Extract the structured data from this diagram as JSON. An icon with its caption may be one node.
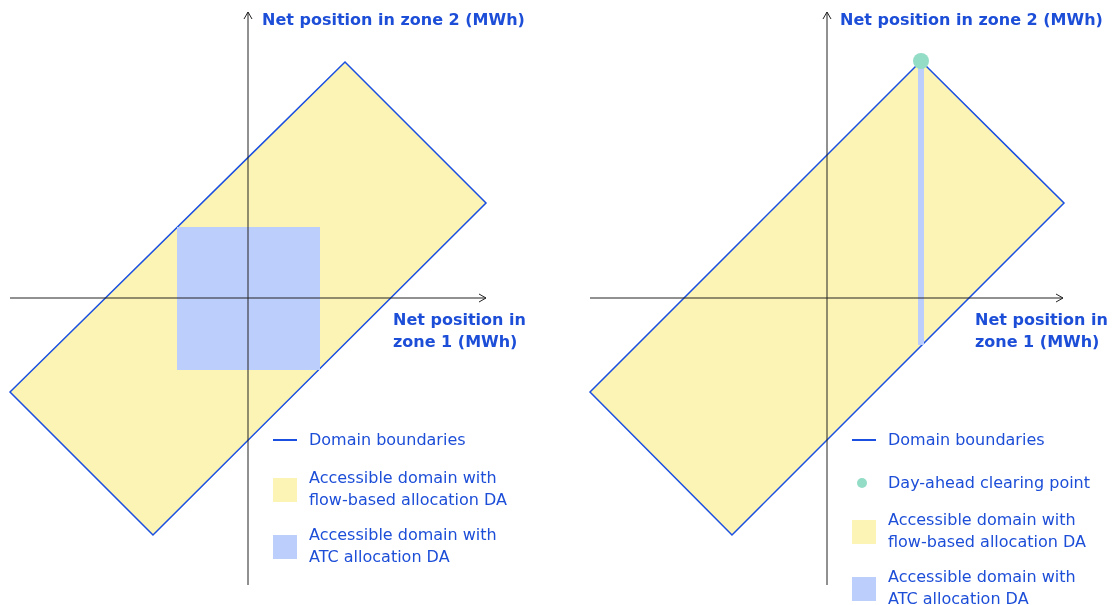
{
  "diagram": {
    "labels": [
      "Net position in zone 2 (MWh)",
      "Net position in zone 2 (MWh)",
      "Net position in zone 1 (MWh)",
      "Net position in zone 1 (MWh)"
    ],
    "legend": [
      {
        "text": "Domain boundaries"
      },
      {
        "text": "Accessible domain with flow-based allocation DA",
        "color": "#fcf4b4"
      },
      {
        "text": "Accessible domain with ATC allocation DA",
        "color": "#bccefb"
      },
      {
        "text": "Domain boundaries"
      },
      {
        "text": "Day-ahead clearing point"
      },
      {
        "text": "Accessible domain with flow-based allocation DA",
        "color": "#fcf4b4"
      },
      {
        "text": "Accessible domain with ATC allocation DA",
        "color": "#bccefb"
      }
    ]
  }
}
